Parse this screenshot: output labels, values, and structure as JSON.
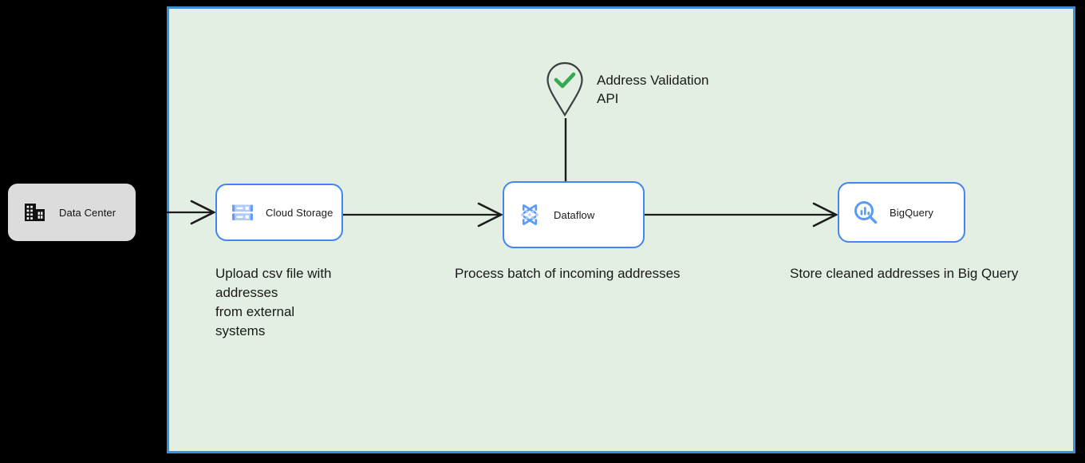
{
  "diagram": {
    "container": {
      "name": "cloud-boundary",
      "fill": "#e2efe2",
      "border_color": "#3c8ddc"
    },
    "nodes": [
      {
        "id": "data-center",
        "label": "Data Center",
        "icon": "building-icon",
        "fill": "#dcdcdc",
        "border_color": "none"
      },
      {
        "id": "cloud-storage",
        "label": "Cloud Storage",
        "icon": "cloud-storage-icon",
        "fill": "#ffffff",
        "border_color": "#4285f4"
      },
      {
        "id": "dataflow",
        "label": "Dataflow",
        "icon": "dataflow-icon",
        "fill": "#ffffff",
        "border_color": "#4285f4"
      },
      {
        "id": "bigquery",
        "label": "BigQuery",
        "icon": "bigquery-icon",
        "fill": "#ffffff",
        "border_color": "#4285f4"
      }
    ],
    "external_service": {
      "id": "address-validation-api",
      "label": "Address Validation\nAPI",
      "icon": "map-pin-check-icon",
      "check_color": "#34a853",
      "pin_color": "#3c4043"
    },
    "captions": [
      {
        "id": "caption-upload",
        "text": "Upload csv file with\naddresses\nfrom external\nsystems"
      },
      {
        "id": "caption-process",
        "text": "Process batch of incoming addresses"
      },
      {
        "id": "caption-store",
        "text": "Store cleaned addresses in Big Query"
      }
    ],
    "connectors": [
      {
        "id": "data-center-to-cloud-storage",
        "style": "arrow"
      },
      {
        "id": "cloud-storage-to-dataflow",
        "style": "arrow"
      },
      {
        "id": "dataflow-to-bigquery",
        "style": "arrow"
      },
      {
        "id": "address-api-to-dataflow",
        "style": "line"
      }
    ]
  }
}
